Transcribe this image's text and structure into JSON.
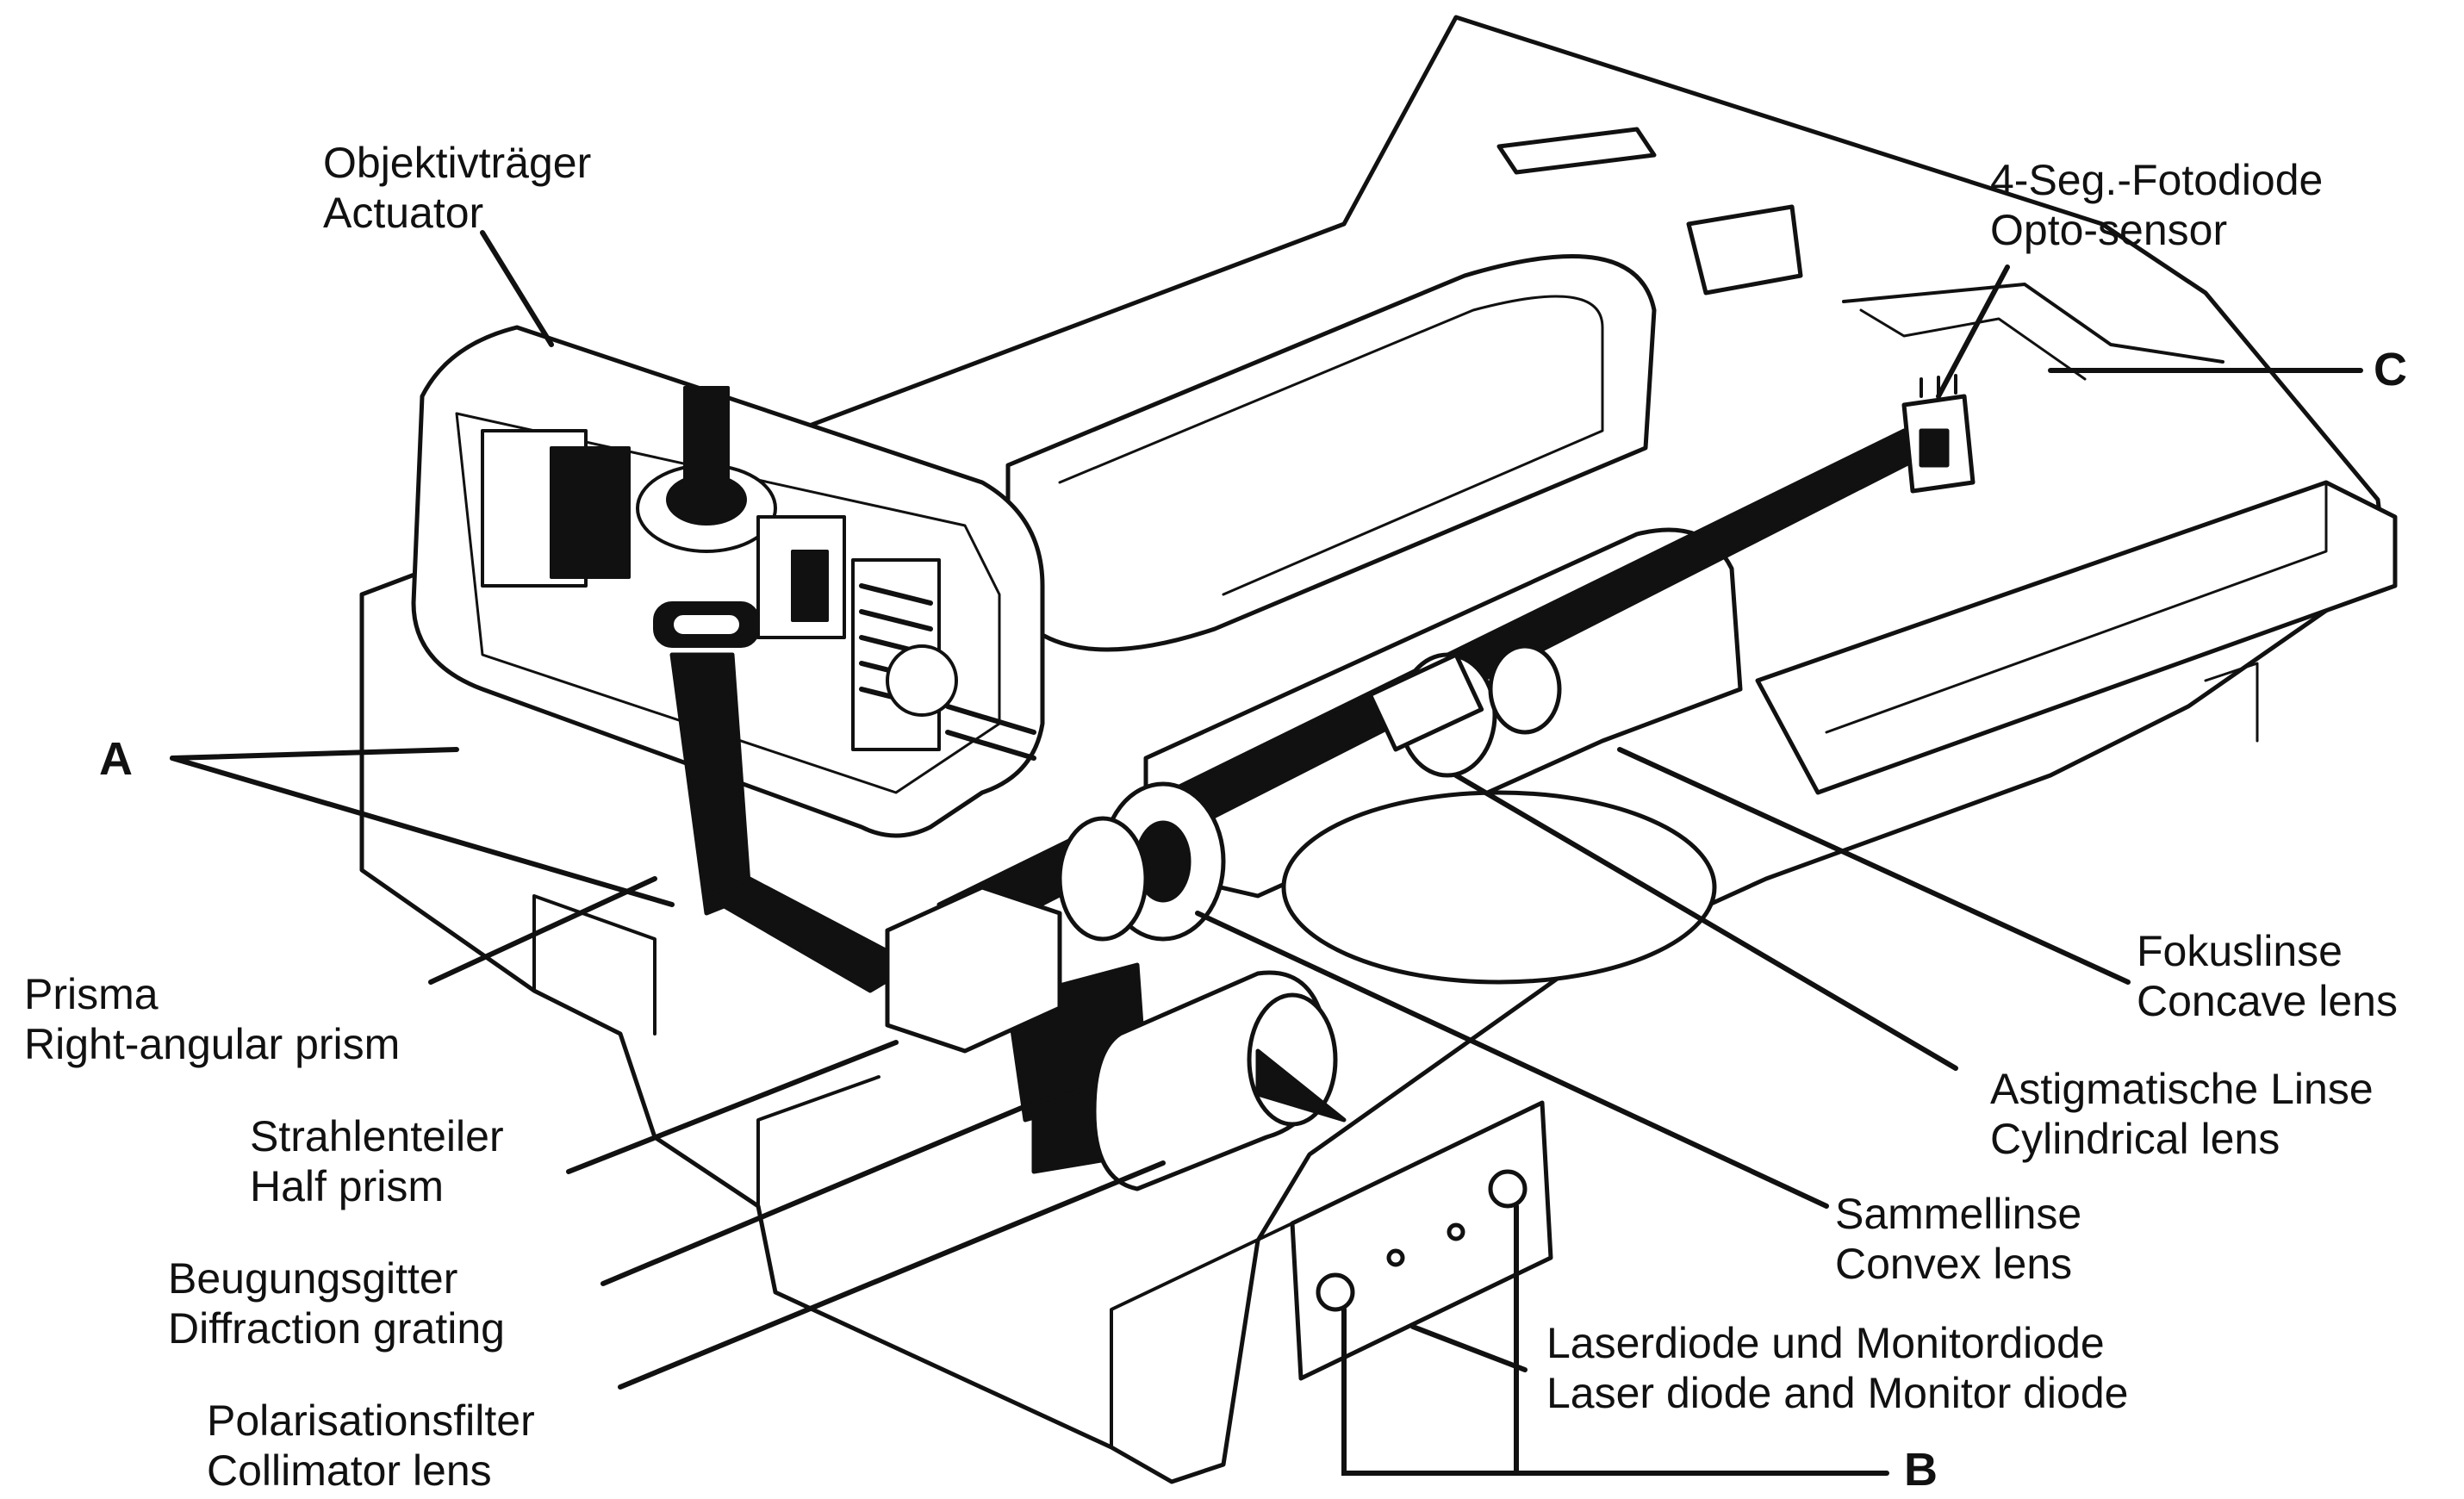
{
  "diagram": {
    "labels": {
      "actuator": {
        "de": "Objektivträger",
        "en": "Actuator"
      },
      "photodiode": {
        "de": "4-Seg.-Fotodiode",
        "en": "Opto-sensor"
      },
      "prism": {
        "de": "Prisma",
        "en": "Right-angular prism"
      },
      "beam_splitter": {
        "de": "Strahlenteiler",
        "en": "Half prism"
      },
      "grating": {
        "de": "Beugungsgitter",
        "en": "Diffraction grating"
      },
      "polarizer": {
        "de": "Polarisationsfilter",
        "en": "Collimator lens"
      },
      "focus_lens": {
        "de": "Fokuslinse",
        "en": "Concave lens"
      },
      "astig_lens": {
        "de": "Astigmatische Linse",
        "en": "Cylindrical lens"
      },
      "collector_lens": {
        "de": "Sammellinse",
        "en": "Convex lens"
      },
      "laser_diode": {
        "de": "Laserdiode und Monitordiode",
        "en": "Laser diode and Monitor diode"
      }
    },
    "markers": {
      "a": "A",
      "b": "B",
      "c": "C"
    },
    "colors": {
      "ink": "#111111",
      "paper": "#ffffff",
      "shade": "#d9d9d9"
    }
  }
}
